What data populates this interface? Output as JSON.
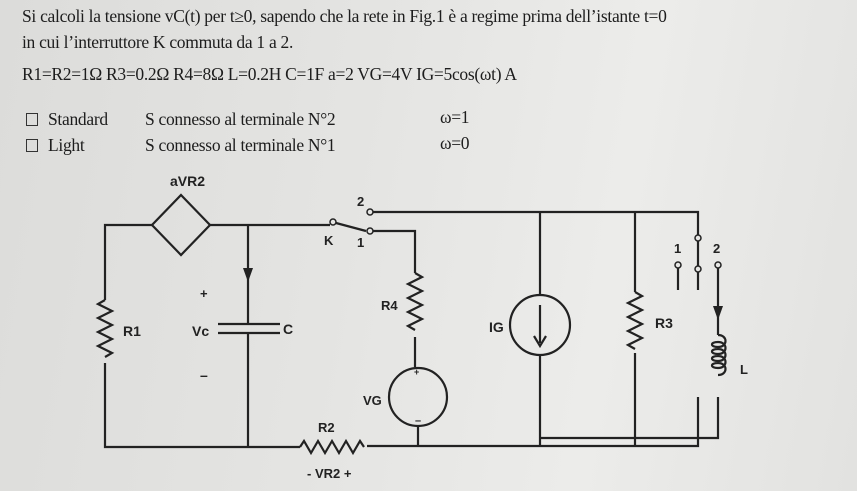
{
  "problem": {
    "line1": "Si calcoli la tensione vC(t) per t≥0, sapendo che la rete in Fig.1 è a regime prima dell’istante t=0",
    "line2": "in cui l’interruttore K commuta da 1 a 2.",
    "params": "R1=R2=1Ω  R3=0.2Ω  R4=8Ω  L=0.2H  C=1F  a=2  VG=4V  IG=5cos(ωt) A"
  },
  "options": [
    {
      "label": "Standard",
      "condition": "S connesso al terminale N°2",
      "omega": "ω=1"
    },
    {
      "label": "Light",
      "condition": "S connesso al terminale N°1",
      "omega": "ω=0"
    }
  ],
  "circuit": {
    "dep_source": "aVR2",
    "switch_k": "K",
    "k_term1": "1",
    "k_term2": "2",
    "r1": "R1",
    "vc": "Vc",
    "plus": "+",
    "minus": "–",
    "c": "C",
    "r4": "R4",
    "vg": "VG",
    "r2": "R2",
    "vr2": "- VR2 +",
    "ig": "IG",
    "r3": "R3",
    "s_term1": "1",
    "s_term2": "2",
    "l": "L"
  }
}
